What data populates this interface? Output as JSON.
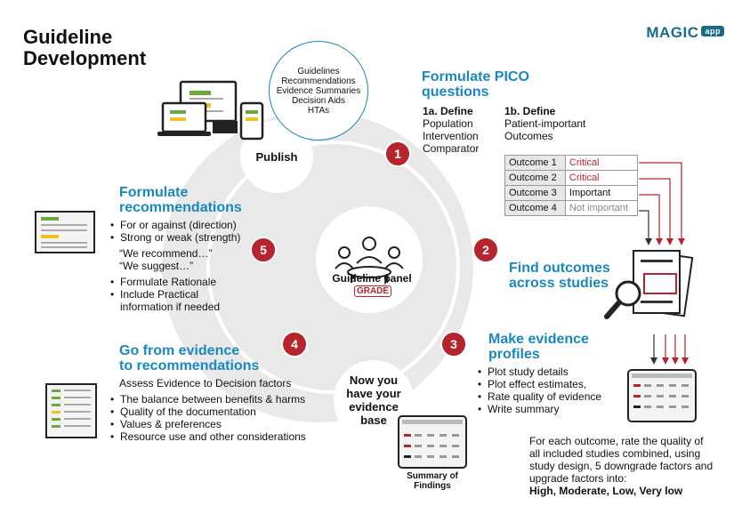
{
  "title": {
    "line1": "Guideline",
    "line2": "Development"
  },
  "logo": {
    "main": "MAGIC",
    "badge": "app"
  },
  "publish": {
    "circle_items": [
      "Guidelines",
      "Recommendations",
      "Evidence Summaries",
      "Decision Aids",
      "HTAs"
    ],
    "label": "Publish"
  },
  "center": {
    "label": "Guideline panel",
    "badge": "GRADE"
  },
  "evidence_base": "Now you have your evidence base",
  "step1": {
    "num": "1",
    "title_line1": "Formulate PICO",
    "title_line2": "questions",
    "a_title": "1a. Define",
    "a_items": [
      "Population",
      "Intervention",
      "Comparator"
    ],
    "b_title": "1b. Define",
    "b_items": [
      "Patient-important",
      "Outcomes"
    ],
    "outcomes": [
      {
        "name": "Outcome 1",
        "rating": "Critical",
        "color": "#b5252d"
      },
      {
        "name": "Outcome 2",
        "rating": "Critical",
        "color": "#b5252d"
      },
      {
        "name": "Outcome 3",
        "rating": "Important",
        "color": "#111111"
      },
      {
        "name": "Outcome 4",
        "rating": "Not important",
        "color": "#888888"
      }
    ]
  },
  "step2": {
    "num": "2",
    "title_line1": "Find outcomes",
    "title_line2": "across studies"
  },
  "step3": {
    "num": "3",
    "title_line1": "Make evidence",
    "title_line2": "profiles",
    "items": [
      "Plot study details",
      "Plot effect estimates,",
      "Rate quality of evidence",
      "Write summary"
    ],
    "note": "For each outcome, rate the quality of all included studies combined, using study design, 5 downgrade factors and upgrade factors into:",
    "note_bold": "High, Moderate, Low, Very low"
  },
  "step4": {
    "num": "4",
    "title_line1": "Go from evidence",
    "title_line2": "to recommendations",
    "subtitle": "Assess Evidence to Decision factors",
    "items": [
      "The balance between benefits & harms",
      "Quality of the documentation",
      "Values & preferences",
      "Resource use and other considerations"
    ]
  },
  "step5": {
    "num": "5",
    "title_line1": "Formulate",
    "title_line2": "recommendations",
    "items": [
      "For or against (direction)",
      "Strong or weak (strength)"
    ],
    "quotes": [
      "“We recommend…”",
      "“We suggest…”"
    ],
    "items2": [
      "Formulate Rationale",
      "Include Practical information if needed"
    ]
  },
  "sof_label": {
    "line1": "Summary of",
    "line2": "Findings"
  },
  "colors": {
    "accent_blue": "#1a88c0",
    "step_red": "#b5252d",
    "bar_green": "#6aaa3a",
    "bar_yellow": "#f0c020"
  }
}
